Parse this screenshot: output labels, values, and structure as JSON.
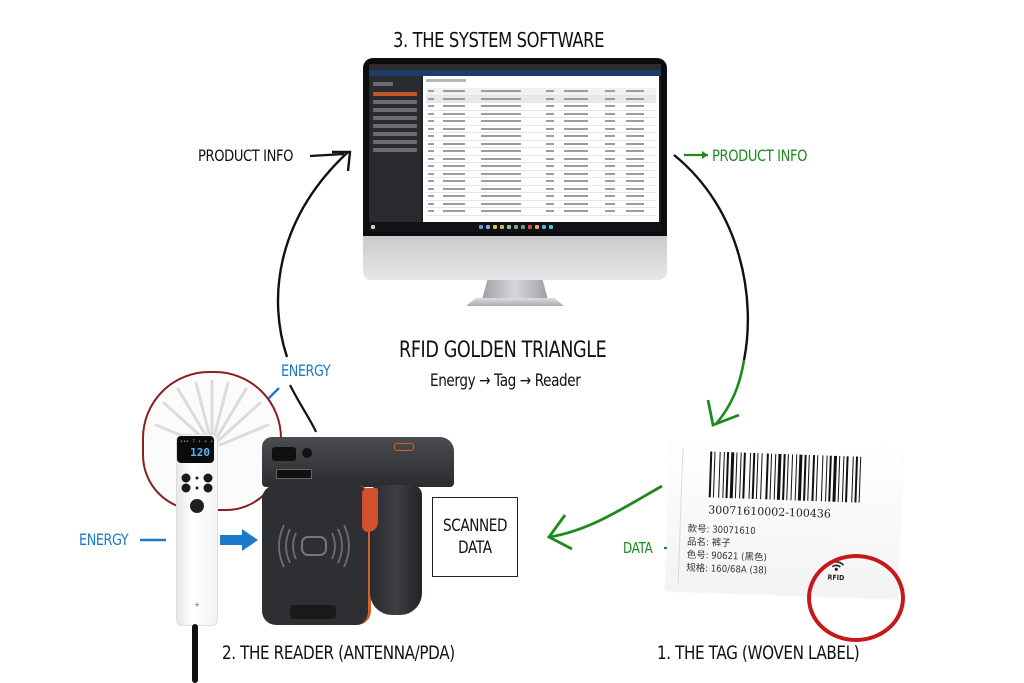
{
  "diagram": {
    "title": "RFID GOLDEN TRIANGLE",
    "subtitle": "Energy → Tag → Reader",
    "nodes": {
      "software": {
        "label": "3. THE SYSTEM SOFTWARE"
      },
      "reader": {
        "label": "2. THE READER (ANTENNA/PDA)"
      },
      "tag": {
        "label": "1. THE TAG (WOVEN LABEL)"
      }
    },
    "edge_labels": {
      "product_info_left": "PRODUCT INFO",
      "product_info_right": "PRODUCT INFO",
      "energy_top": "ENERGY",
      "energy_left": "ENERGY",
      "data": "DATA",
      "scanned_data_line1": "SCANNED",
      "scanned_data_line2": "DATA"
    },
    "antenna_display": {
      "top_line": "••• ? • • •",
      "value": "120"
    },
    "tag_label": {
      "barcode_number": "30071610002-100436",
      "lines": [
        "款号: 30071610",
        "品名: 裤子",
        "色号: 90621 (黑色)",
        "规格: 160/68A (38)"
      ],
      "rfid_mark": "RFID"
    },
    "colors": {
      "green": "#1e8a1e",
      "blue": "#1b7ac8",
      "black": "#111111",
      "rfid_circle": "#c41a1a",
      "antenna_outline": "#8a1f24",
      "pda_accent": "#d2602a"
    }
  }
}
